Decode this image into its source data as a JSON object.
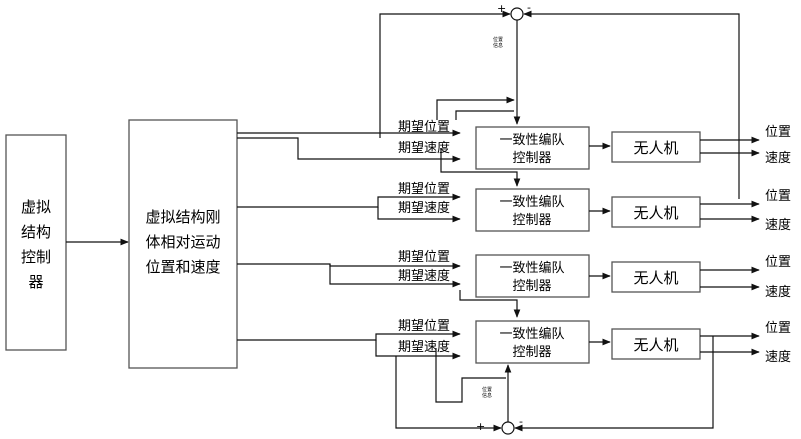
{
  "blocks": {
    "virtual_structure_controller": [
      "虚拟",
      "结构",
      "控制",
      "器"
    ],
    "rigid_body_motion": [
      "虚拟结构刚",
      "体相对运动",
      "位置和速度"
    ],
    "consensus_controller": [
      "一致性编队",
      "控制器"
    ],
    "uav": "无人机"
  },
  "signals": {
    "desired_position": "期望位置",
    "desired_velocity": "期望速度",
    "position": "位置",
    "velocity": "速度",
    "position_info": [
      "位置",
      "信息"
    ]
  },
  "signs": {
    "plus": "+",
    "minus": "-"
  },
  "colors": {
    "line": "#111111",
    "box_border": "#555555",
    "background": "#ffffff"
  }
}
